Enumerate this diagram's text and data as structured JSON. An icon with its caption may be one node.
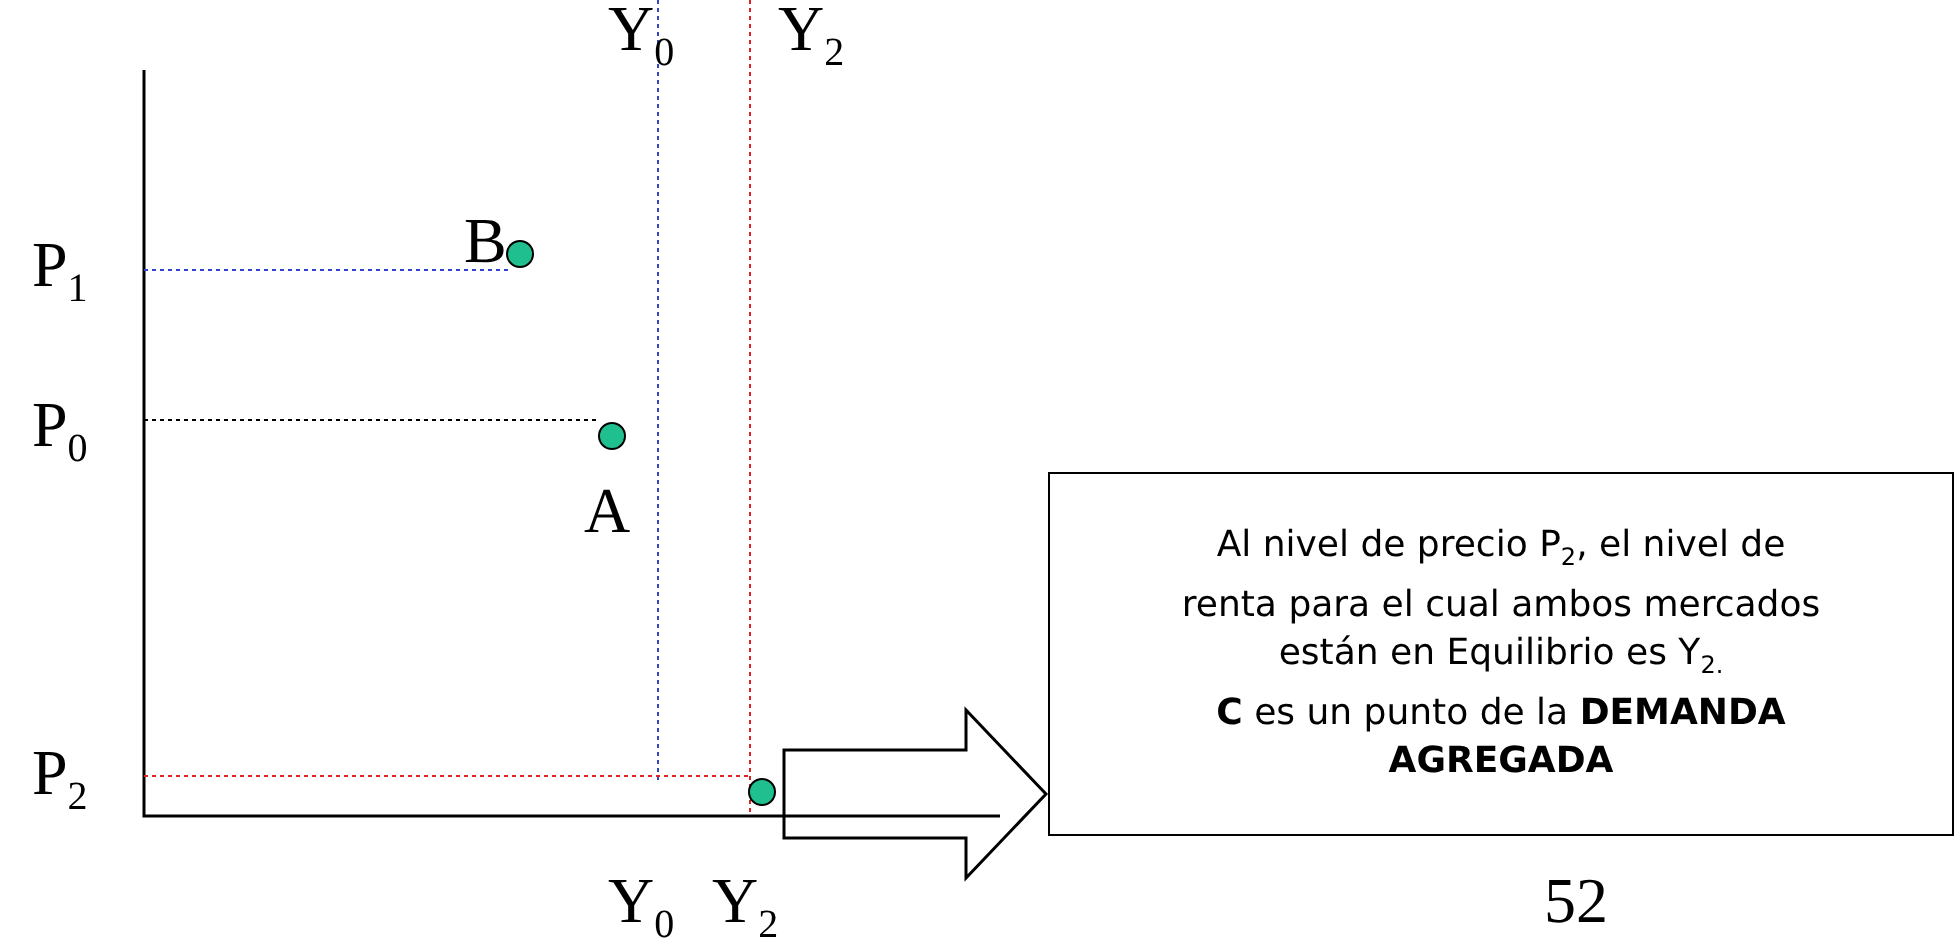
{
  "diagram": {
    "nodes": [
      {
        "text": [],
        "shape": "circle",
        "beside": [
          "B"
        ]
      },
      {
        "text": [],
        "shape": "circle",
        "beside": [
          "A"
        ]
      },
      {
        "text": [],
        "shape": "circle"
      },
      {
        "text": [
          "Al nivel de precio P$_{2}$, el nivel de renta para el cual ambos mercados están en Equilibrio es Y$_{2.}$",
          "**C** es un punto de la **DEMANDA AGREGADA**"
        ]
      }
    ],
    "edges": [
      {
        "from": 2,
        "to": 3,
        "arrow": "to"
      }
    ],
    "labels": [
      "Y$_{0}$",
      "Y$_{2}$",
      "P$_{1}$",
      "P$_{0}$",
      "P$_{2}$",
      "Y$_{0}$",
      "Y$_{2}$",
      "52"
    ]
  }
}
